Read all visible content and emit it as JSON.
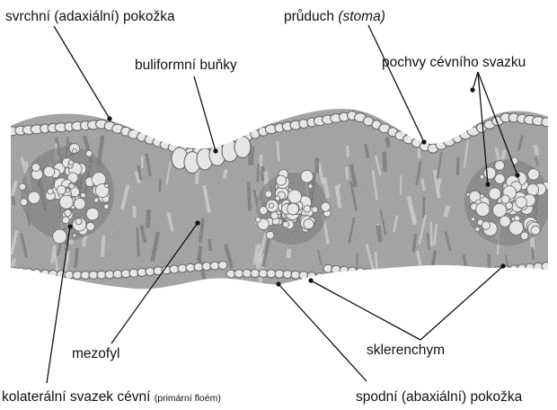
{
  "figure": {
    "labels": {
      "upper_epidermis": "svrchní (adaxiální) pokožka",
      "stoma": "průduch",
      "stoma_latin": "(stoma)",
      "bulliform": "buliformní buňky",
      "bundle_sheath": "pochvy cévního svazku",
      "mesophyll": "mezofyl",
      "sclerenchyma": "sklerenchym",
      "collateral_bundle": "kolaterální svazek cévní",
      "collateral_bundle_note": "(primární floém)",
      "lower_epidermis": "spodní (abaxiální) pokožka"
    },
    "colors": {
      "ink": "#111111",
      "tissue_dark": "#5a5a5a",
      "tissue_mid": "#9a9a9a",
      "tissue_light": "#d2d2d2",
      "cell_fill": "#f4f4f4"
    }
  }
}
